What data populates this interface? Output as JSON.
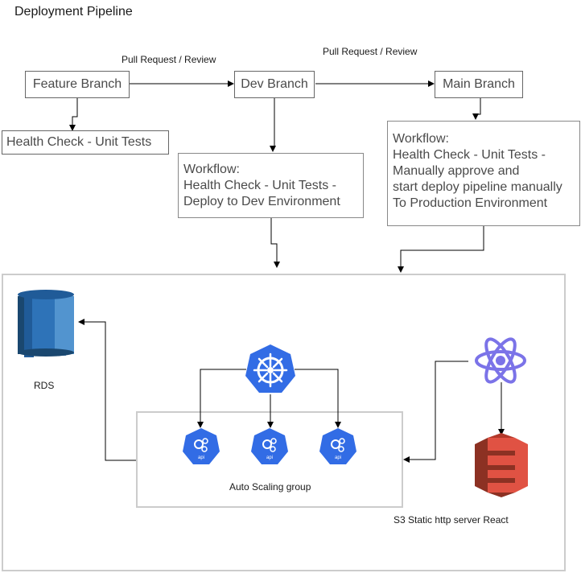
{
  "title": "Deployment Pipeline",
  "edges": {
    "feature_to_dev": "Pull Request / Review",
    "dev_to_main": "Pull Request / Review"
  },
  "branches": {
    "feature": "Feature Branch",
    "dev": "Dev Branch",
    "main": "Main Branch"
  },
  "feature_check": "Health Check - Unit Tests",
  "dev_workflow": {
    "lines": [
      "Workflow:",
      "Health Check - Unit Tests -",
      "Deploy to Dev Environment"
    ]
  },
  "main_workflow": {
    "lines": [
      "Workflow:",
      "Health Check - Unit Tests -",
      "Manually approve and",
      "start deploy pipeline manually",
      "To Production Environment"
    ]
  },
  "infra": {
    "rds_label": "RDS",
    "asg_label": "Auto Scaling group",
    "s3_label": "S3 Static http server React",
    "pod_label": "api"
  },
  "colors": {
    "k8s_blue": "#326CE5",
    "rds_dark": "#1A476F",
    "rds_mid": "#2E73B8",
    "rds_light": "#5294CF",
    "s3_red": "#E05243",
    "s3_dark": "#8C3123",
    "react_purple": "#7B73E8"
  },
  "icons": [
    "rds-database-icon",
    "kubernetes-icon",
    "kubernetes-pod-icon",
    "react-icon",
    "s3-bucket-icon"
  ]
}
